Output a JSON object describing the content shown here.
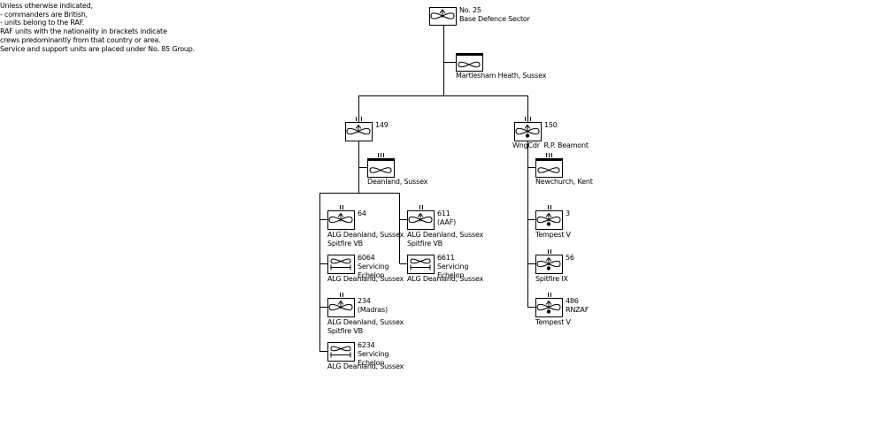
{
  "notes": [
    "Unless otherwise indicated,",
    "- commanders are British,",
    "- units belong to the RAF.",
    "RAF units with the nationality in brackets indicate",
    "crews predominantly from that country or area.",
    "",
    "Service and support units are placed under No. 85 Group."
  ],
  "sector": {
    "number": "No. 25",
    "name": "Base Defence Sector",
    "echelon": "",
    "hq_location": "Martlesham Heath, Sussex"
  },
  "wings": [
    {
      "number": "149",
      "echelon": "III",
      "commander": "",
      "hq_echelon": "III",
      "hq_location": "Deanland, Sussex",
      "units": [
        {
          "number": "64",
          "extra": "",
          "echelon": "II",
          "type": "fighter",
          "location": "ALG Deanland, Sussex",
          "aircraft": "Spitfire VB"
        },
        {
          "number": "6064",
          "extra": "Servicing\nEchelon",
          "echelon": "",
          "type": "servicing",
          "location": "ALG Deanland, Sussex",
          "aircraft": ""
        },
        {
          "number": "234",
          "extra": "(Madras)",
          "echelon": "II",
          "type": "fighter",
          "location": "ALG Deanland, Sussex",
          "aircraft": "Spitfire VB"
        },
        {
          "number": "6234",
          "extra": "Servicing\nEchelon",
          "echelon": "",
          "type": "servicing",
          "location": "ALG Deanland, Sussex",
          "aircraft": ""
        },
        {
          "number": "611",
          "extra": "(AAF)",
          "echelon": "II",
          "type": "fighter",
          "location": "ALG Deanland, Sussex",
          "aircraft": "Spitfire VB"
        },
        {
          "number": "6611",
          "extra": "Servicing\nEchelon",
          "echelon": "",
          "type": "servicing",
          "location": "ALG Deanland, Sussex",
          "aircraft": ""
        }
      ]
    },
    {
      "number": "150",
      "echelon": "III",
      "commander": "WngCdr  R.P. Beamont",
      "hq_echelon": "III",
      "hq_location": "Newchurch, Kent",
      "units": [
        {
          "number": "3",
          "extra": "",
          "echelon": "II",
          "type": "fighter",
          "location": "",
          "aircraft": "Tempest V"
        },
        {
          "number": "56",
          "extra": "",
          "echelon": "II",
          "type": "fighter",
          "location": "",
          "aircraft": "Spitfire IX"
        },
        {
          "number": "486",
          "extra": "RNZAF",
          "echelon": "II",
          "type": "fighter",
          "location": "",
          "aircraft": "Tempest V"
        }
      ]
    }
  ]
}
